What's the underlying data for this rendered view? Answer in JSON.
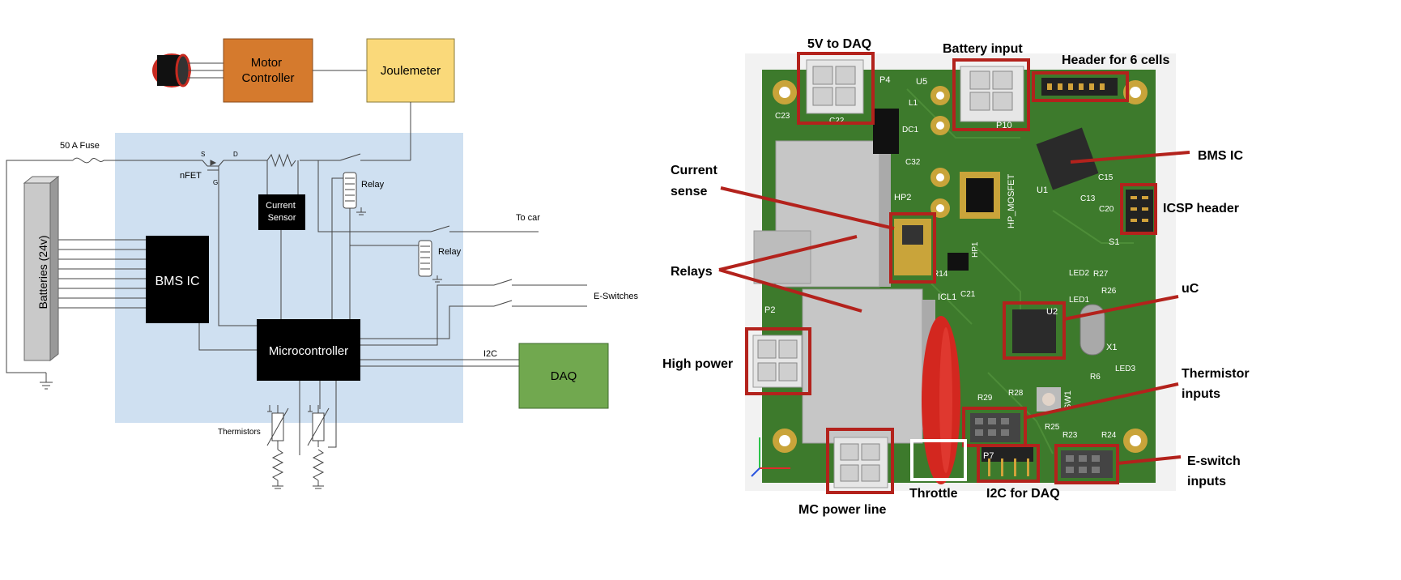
{
  "schematic": {
    "motor_controller": "Motor\nController",
    "joulemeter": "Joulemeter",
    "fuse": "50 A Fuse",
    "nfet": "nFET",
    "s": "S",
    "d": "D",
    "g": "G",
    "current_sensor": "Current\nSensor",
    "relay_1": "Relay",
    "relay_2": "Relay",
    "to_car": "To car",
    "batteries": "Batteries (24v)",
    "bms_ic": "BMS IC",
    "microcontroller": "Microcontroller",
    "e_switches": "E-Switches",
    "i2c": "I2C",
    "daq": "DAQ",
    "thermistors": "Thermistors",
    "colors": {
      "background_panel": "#cfe0f1",
      "motor_controller": "#d57a2d",
      "joulemeter": "#fad97a",
      "daq": "#71a84f",
      "block": "#000000"
    }
  },
  "pcb": {
    "labels": {
      "five_v_to_daq": "5V to DAQ",
      "battery_input": "Battery input",
      "header_6_cells": "Header for 6 cells",
      "current_sense": "Current\nsense",
      "bms_ic": "BMS IC",
      "icsp_header": "ICSP header",
      "relays": "Relays",
      "uc": "uC",
      "high_power": "High power",
      "thermistor_inputs": "Thermistor\ninputs",
      "e_switch_inputs": "E-switch\ninputs",
      "mc_power_line": "MC power line",
      "throttle": "Throttle",
      "i2c_for_daq": "I2C for DAQ"
    },
    "silkscreen": {
      "p4": "P4",
      "u5": "U5",
      "c23": "C23",
      "c22": "C22",
      "l1": "L1",
      "dc1": "DC1",
      "c32": "C32",
      "p10": "P10",
      "hp2": "HP2",
      "hp_mosfet": "HP_MOSFET",
      "hp1": "HP1",
      "u1": "U1",
      "s1": "S1",
      "p2": "P2",
      "u2": "U2",
      "x1": "X1",
      "led2": "LED2",
      "led1": "LED1",
      "led3": "LED3",
      "icl1": "ICL1",
      "sw1": "SW1",
      "p7": "P7",
      "r27": "R27",
      "r26": "R26",
      "r6": "R6",
      "r25": "R25",
      "r23": "R23",
      "r24": "R24",
      "r28": "R28",
      "r29": "R29",
      "c15": "C15",
      "c20": "C20",
      "c13": "C13",
      "r14": "R14",
      "c21": "C21"
    },
    "colors": {
      "board": "#3d7a2c",
      "highlight": "#b3221c",
      "throttle_highlight": "#ffffff",
      "pad": "#c9a43a"
    }
  }
}
